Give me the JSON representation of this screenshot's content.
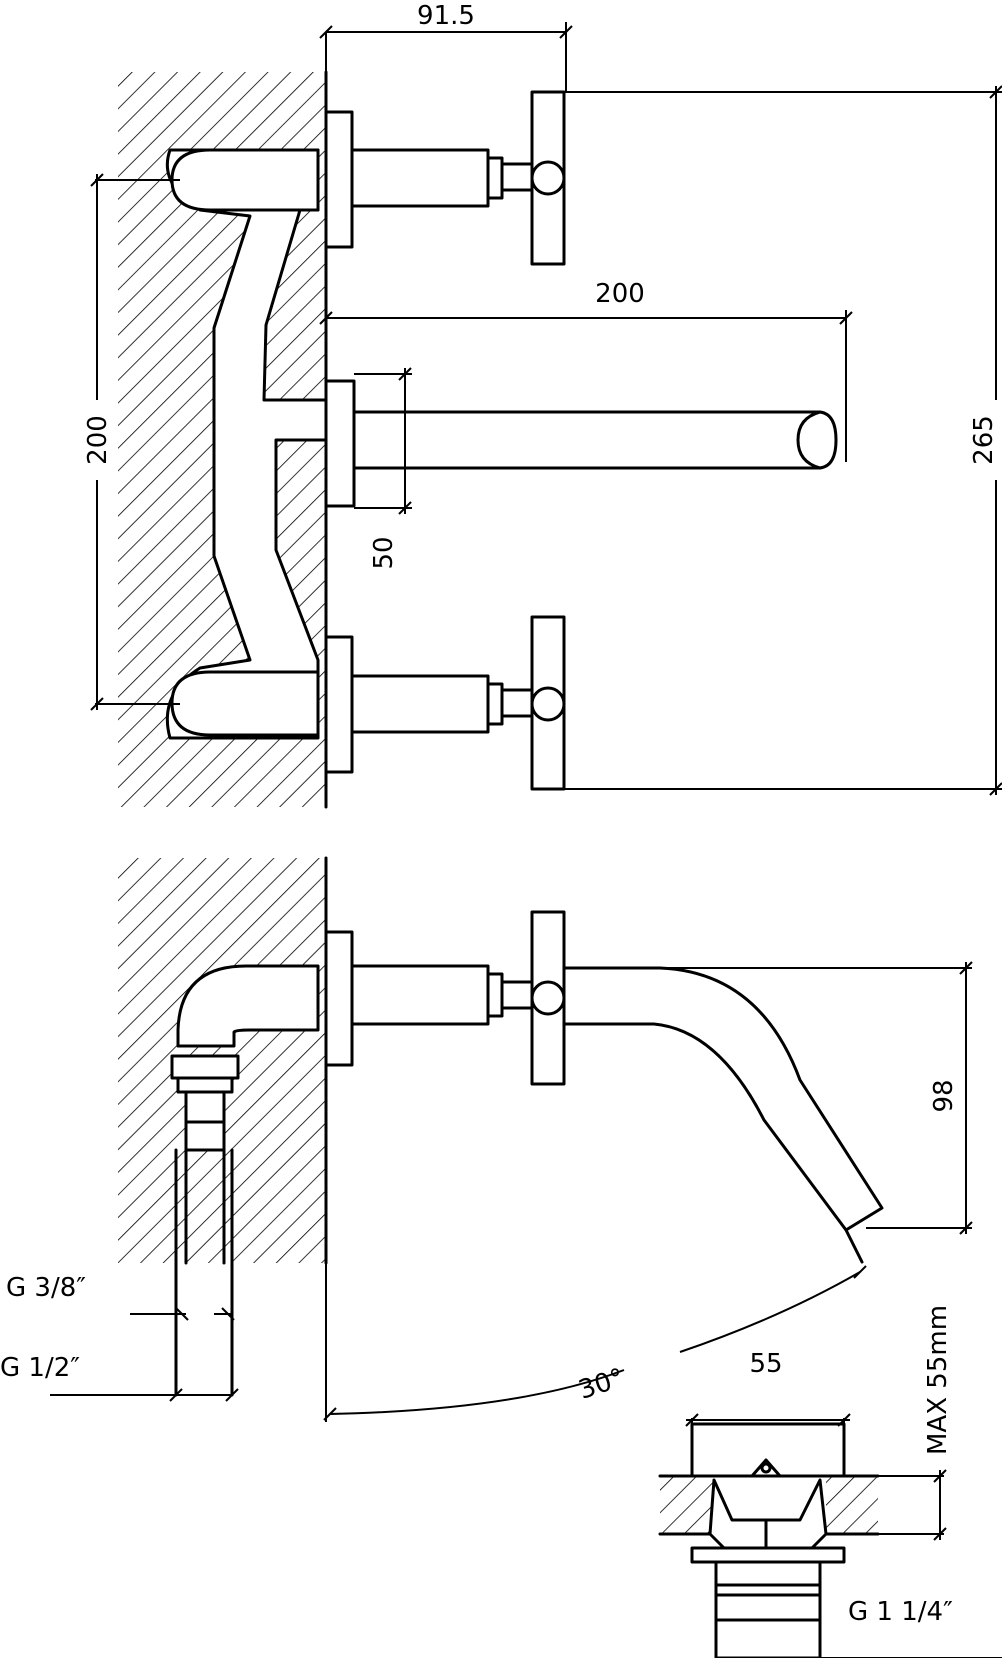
{
  "dimensions": {
    "handle_offset": "91.5",
    "spout_length": "200",
    "handle_spacing": "200",
    "overall_height": "265",
    "flange_depth": "50",
    "spout_height": "98",
    "spout_projection": "55",
    "angle": "30°",
    "max_depth": "MAX 55mm"
  },
  "threads": {
    "inlet_small": "G 3/8″",
    "inlet_large": "G 1/2″",
    "waste": "G 1 1/4″"
  }
}
